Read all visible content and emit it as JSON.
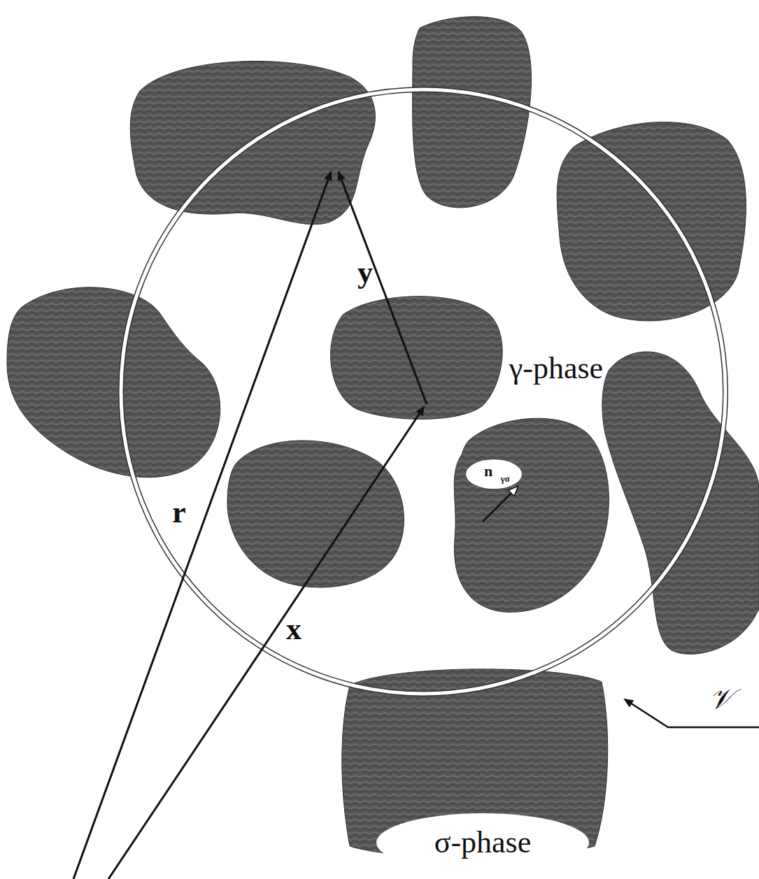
{
  "diagram": {
    "labels": [
      "y",
      "γ-phase",
      "n",
      "γσ",
      "r",
      "x",
      "σ-phase",
      "𝒱"
    ]
  }
}
